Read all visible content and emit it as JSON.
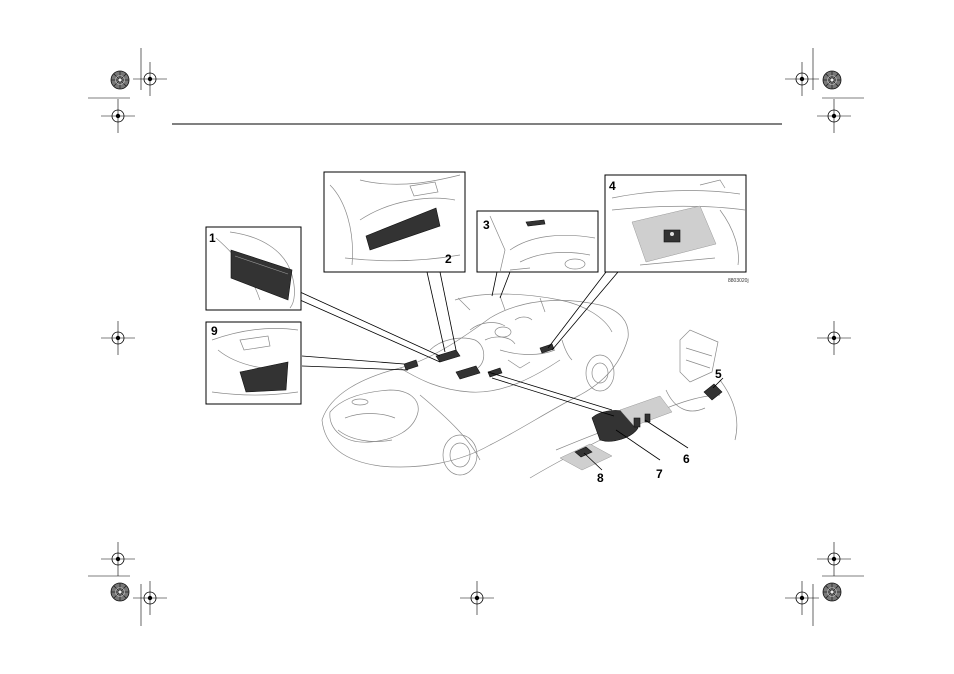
{
  "figure": {
    "code": "8803020j",
    "callouts": [
      {
        "id": "1",
        "text": "1"
      },
      {
        "id": "2",
        "text": "2"
      },
      {
        "id": "3",
        "text": "3"
      },
      {
        "id": "4",
        "text": "4"
      },
      {
        "id": "5",
        "text": "5"
      },
      {
        "id": "6",
        "text": "6"
      },
      {
        "id": "7",
        "text": "7"
      },
      {
        "id": "8",
        "text": "8"
      },
      {
        "id": "9",
        "text": "9"
      }
    ]
  },
  "colors": {
    "line": "#000000",
    "drawing": "#8a8a8a",
    "highlight": "#333333"
  },
  "icons": {
    "registration_mark": "crosshair-circle-icon",
    "color_target": "color-wheel-icon"
  }
}
